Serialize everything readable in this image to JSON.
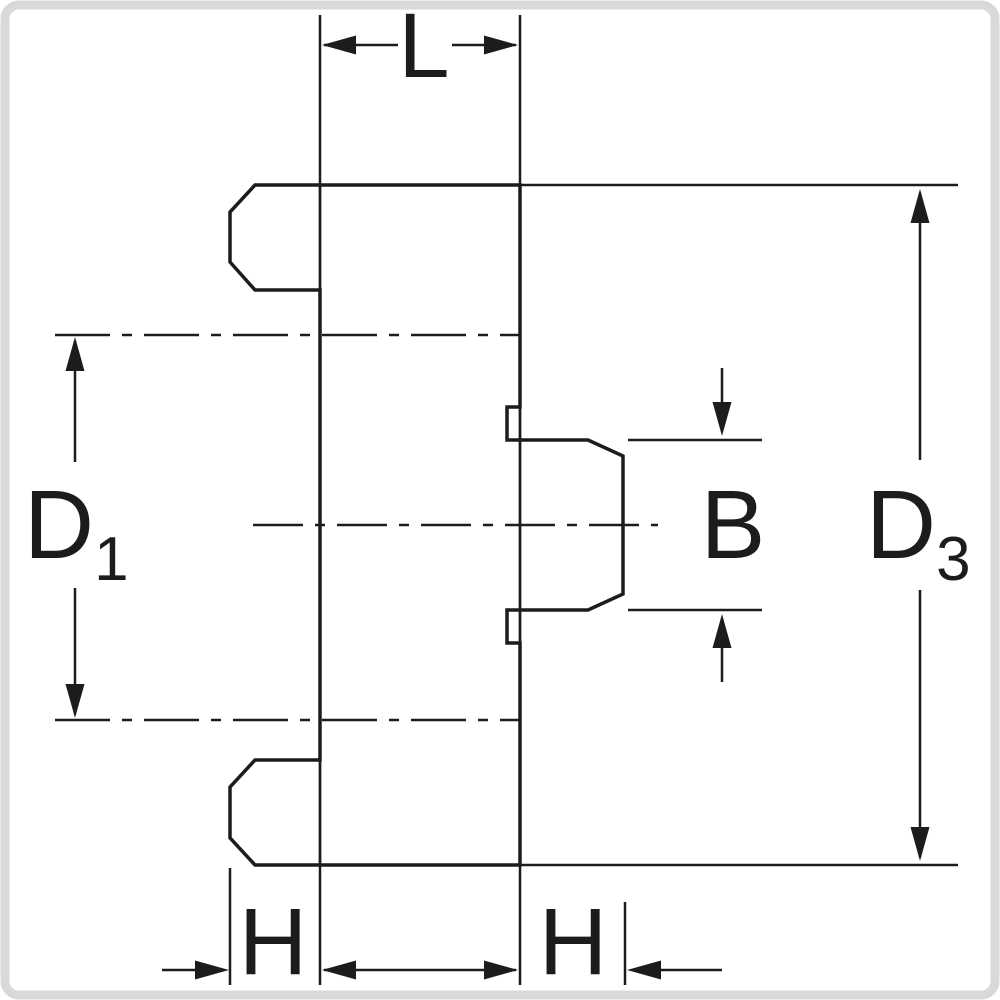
{
  "colors": {
    "background": "#ffffff",
    "frame_border": "#d9d9d9",
    "line": "#1c1c1c",
    "part_fill": "#c9c9c9"
  },
  "labels": {
    "l": "L",
    "d1": {
      "base": "D",
      "sub": "1"
    },
    "d3": {
      "base": "D",
      "sub": "3"
    },
    "b": "B",
    "h_left": "H",
    "h_right": "H"
  }
}
